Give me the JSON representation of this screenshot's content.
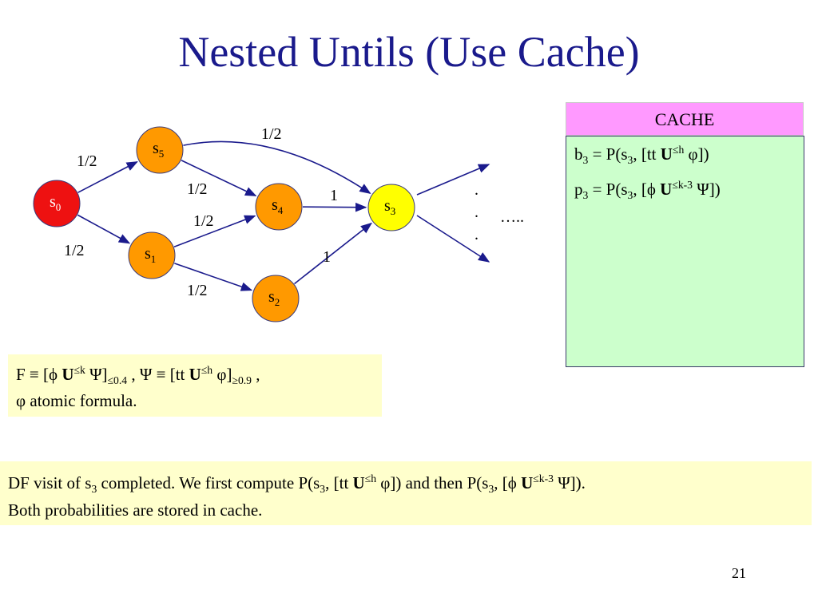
{
  "title": "Nested Untils (Use Cache)",
  "graph": {
    "nodes": [
      {
        "id": "s0",
        "base": "s",
        "sub": "0",
        "fill": "#ee1111",
        "text_color": "#ffffff"
      },
      {
        "id": "s5",
        "base": "s",
        "sub": "5",
        "fill": "#ff9900",
        "text_color": "#000000"
      },
      {
        "id": "s1",
        "base": "s",
        "sub": "1",
        "fill": "#ff9900",
        "text_color": "#000000"
      },
      {
        "id": "s4",
        "base": "s",
        "sub": "4",
        "fill": "#ff9900",
        "text_color": "#000000"
      },
      {
        "id": "s2",
        "base": "s",
        "sub": "2",
        "fill": "#ff9900",
        "text_color": "#000000"
      },
      {
        "id": "s3",
        "base": "s",
        "sub": "3",
        "fill": "#ffff00",
        "text_color": "#000000"
      }
    ],
    "edges": [
      {
        "from": "s0",
        "to": "s5",
        "label": "1/2"
      },
      {
        "from": "s0",
        "to": "s1",
        "label": "1/2"
      },
      {
        "from": "s5",
        "to": "s3",
        "label": "1/2"
      },
      {
        "from": "s5",
        "to": "s4",
        "label": "1/2"
      },
      {
        "from": "s1",
        "to": "s4",
        "label": "1/2"
      },
      {
        "from": "s1",
        "to": "s2",
        "label": "1/2"
      },
      {
        "from": "s4",
        "to": "s3",
        "label": "1"
      },
      {
        "from": "s2",
        "to": "s3",
        "label": "1"
      }
    ],
    "continuation_dots": ".",
    "ellipsis": "…..",
    "edge_color": "#1a1a8c"
  },
  "cache": {
    "header": "CACHE",
    "header_color": "#ff99ff",
    "body_color": "#ccffcc",
    "entries": [
      {
        "name": "b",
        "sub": "3",
        "eq": " = P(s",
        "state_sub": "3",
        "mid": ", [tt ",
        "op": "U",
        "bound": "≤h",
        "arg": " φ])"
      },
      {
        "name": "p",
        "sub": "3",
        "eq": " = P(s",
        "state_sub": "3",
        "mid": ", [ϕ ",
        "op": "U",
        "bound": "≤k-3",
        "arg": " Ψ])"
      }
    ]
  },
  "formula": {
    "line1_a": "F ≡ [ϕ ",
    "U1": "U",
    "U1_bound": "≤k",
    "line1_b": " Ψ]",
    "prob1": "≤0.4",
    "line1_c": " , Ψ ≡ [tt ",
    "U2": "U",
    "U2_bound": "≤h",
    "line1_d": " φ]",
    "prob2": "≥0.9",
    "line1_e": " ,",
    "line2": "φ atomic formula."
  },
  "note": {
    "part1": "DF visit of s",
    "s1": "3",
    "part2": " completed. We first compute P(s",
    "s2": "3",
    "part3": ", [tt ",
    "U1": "U",
    "U1_bound": "≤h",
    "part4": " φ]) and then P(s",
    "s3": "3",
    "part5": ", [ϕ ",
    "U2": "U",
    "U2_bound": "≤k-3",
    "part6": " Ψ]).",
    "line2": "Both probabilities are stored in cache."
  },
  "page_number": "21"
}
